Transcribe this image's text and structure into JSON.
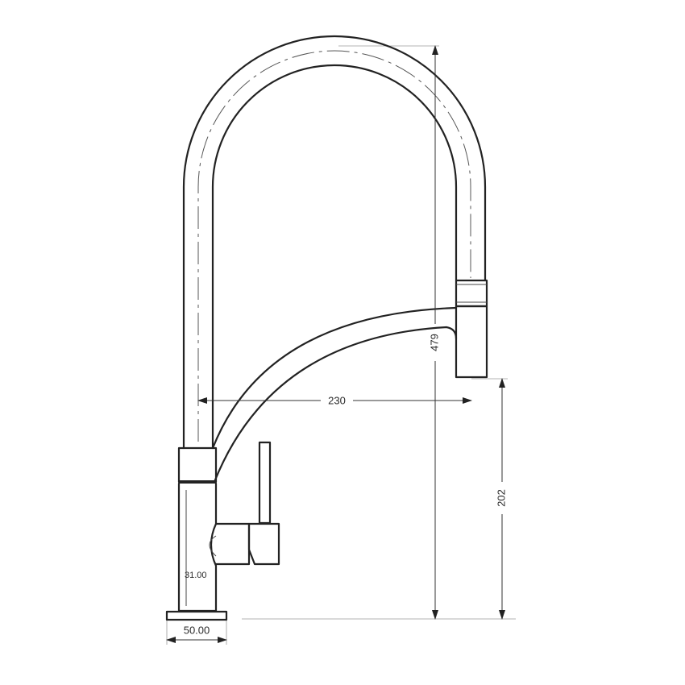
{
  "dimensions": {
    "total_height": "479",
    "spout_reach": "230",
    "spout_height": "202",
    "lever_to_base": "31.00",
    "base_diameter": "50.00"
  }
}
